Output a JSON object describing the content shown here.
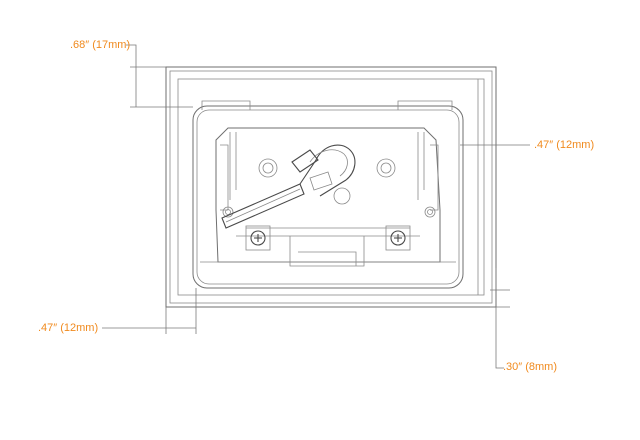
{
  "dimensions": {
    "top_depth": ".68″ (17mm)",
    "right_flange": ".47″ (12mm)",
    "left_flange": ".47″ (12mm)",
    "bottom_offset": ".30″ (8mm)"
  },
  "colors": {
    "dimension_text": "#f08a1e",
    "outline": "#6f6f6f",
    "background": "#ffffff"
  },
  "icons": [
    "screw-icon",
    "latch-icon"
  ]
}
